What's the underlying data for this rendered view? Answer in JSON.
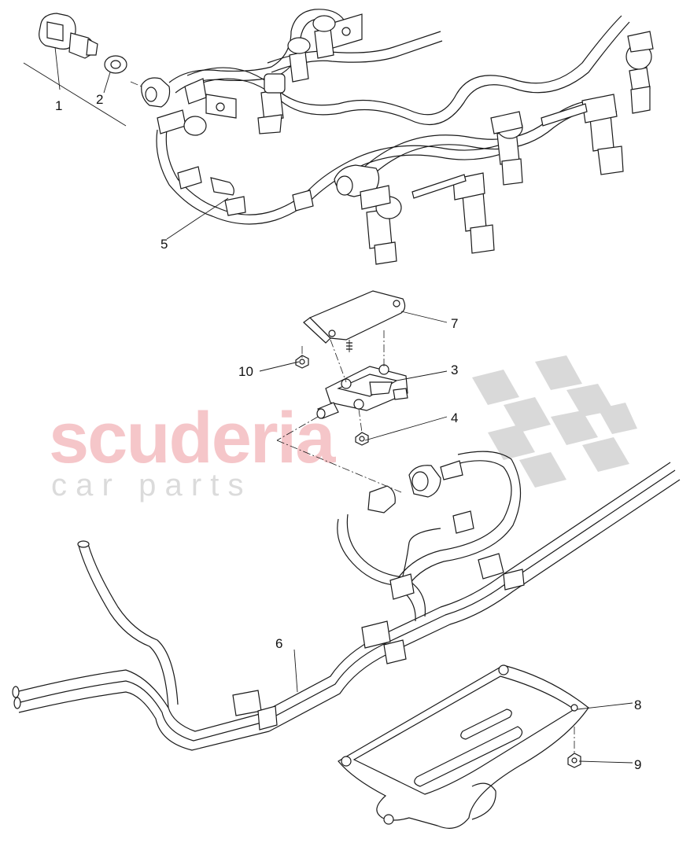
{
  "watermark": {
    "brand": "scuderia",
    "tagline": "c a r   p a r t s",
    "brand_color": "#f2b3b8",
    "checker_color": "#d0d0d0"
  },
  "callouts": [
    {
      "id": "1",
      "label": "1"
    },
    {
      "id": "2",
      "label": "2"
    },
    {
      "id": "3",
      "label": "3"
    },
    {
      "id": "4",
      "label": "4"
    },
    {
      "id": "5",
      "label": "5"
    },
    {
      "id": "6",
      "label": "6"
    },
    {
      "id": "7",
      "label": "7"
    },
    {
      "id": "8",
      "label": "8"
    },
    {
      "id": "9",
      "label": "9"
    },
    {
      "id": "10",
      "label": "10"
    }
  ],
  "parts_icons": [
    "pressure-sensor-icon",
    "seal-ring-icon",
    "fuel-rail-icon",
    "injector-icon",
    "bracket-icon",
    "damper-icon",
    "nut-icon",
    "fuel-line-icon",
    "shield-plate-icon"
  ]
}
